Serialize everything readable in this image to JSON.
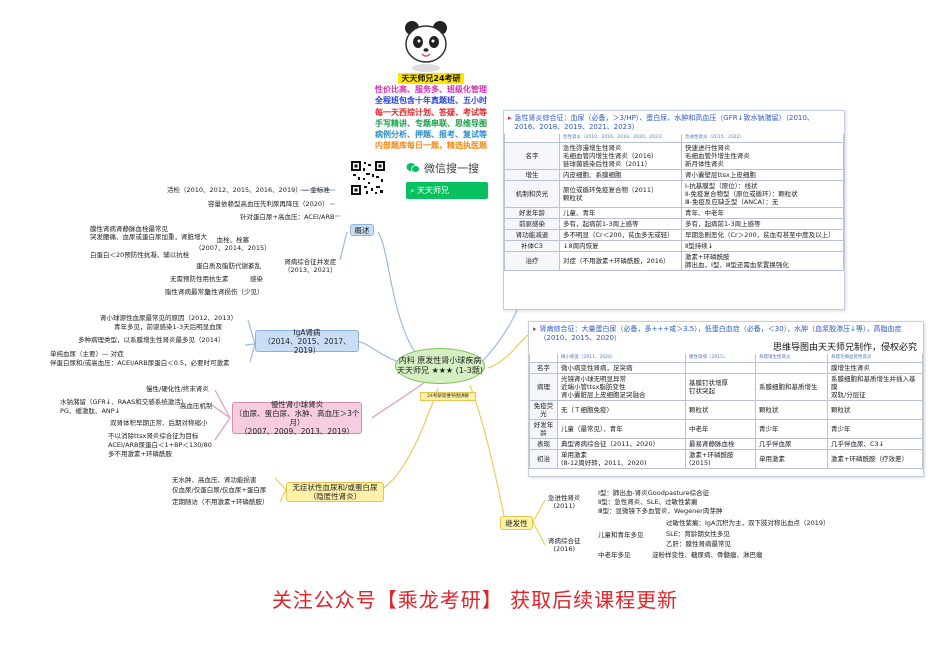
{
  "promo": {
    "lines": [
      "天天师兄24考研",
      "性价比高、服务多、班级化管理",
      "全程班包含十年真题班、五小时",
      "每一天西综计划、答疑、考试等",
      "手写精讲、专题串联、思维导图",
      "病例分析、押题、报考、复试等",
      "内部题库每日一题，精选执医题"
    ],
    "colors": [
      "#111111",
      "#d62fb4",
      "#2b44d8",
      "#e0232a",
      "#1ba14a",
      "#2a8ec9",
      "#f08a1c"
    ]
  },
  "wechat": {
    "search_label": "微信搜一搜",
    "account": "天天师兄"
  },
  "central": {
    "lines": [
      "内科 原发性肾小球疾病",
      "天天师兄 ★★★ (1-3题)"
    ]
  },
  "central_note": "24考研思维导图讲解",
  "overview": {
    "label": "概述",
    "items": [
      "活检（2010、2012、2015、2016、2019）— 金标准",
      "容量依赖型高血压先利尿再降压（2020）",
      "针对蛋白尿+高血压：ACEI/ARB"
    ],
    "complication": {
      "label": [
        "肾病综合征并发症",
        "（2013、2021）"
      ],
      "thrombo": [
        "膜性肾病肾静脉血栓最常见",
        "突发腰痛、血尿或蛋白尿加重，肾脏增大",
        "白蛋白＜20预防性抗凝、辅以抗栓"
      ],
      "thrombo_head": [
        "血栓、栓塞",
        "（2007、2014、2015）"
      ],
      "metabolic": "蛋白质及脂肪代谢紊乱",
      "infection_note": "无需预防性用抗生素",
      "infection": "感染",
      "aki_note": "脂性肾病最常见",
      "aki": "急性肾损伤（少见）"
    }
  },
  "iga": {
    "label": [
      "IgA肾病",
      "（2014、2015、2017、2019）"
    ],
    "items": [
      "肾小球源性血尿最常见的原因（2012、2013）",
      "青年多见，前驱感染1-3天后明显血尿",
      "多种病理类型，以系膜增生性肾炎最多见（2014）",
      "单纯血尿（主要）— 对症",
      "伴蛋白尿和/或高血压：ACEI/ARB尿蛋白＜0.5，必要时可激素"
    ]
  },
  "chronic": {
    "label": [
      "慢性肾小球肾炎",
      "（血尿、蛋白尿、水肿、高血压＞3个月）",
      "（2007、2009、2013、2019）"
    ],
    "items": [
      "慢性/硬化性/终末肾炎",
      "水钠潴留（GFR↓、RAAS和交感系统激活）",
      "PG、缓激肽、ANP↓",
      "双肾体积早期正常、后期对称缩小",
      "不以消除ttsx肾炎综合征为目标",
      "ACEI/ARB尿蛋白＜1+BP＜130/80",
      "多不用激素+环磷酰胺"
    ],
    "htn_mech": "高血压机制"
  },
  "asymptomatic": {
    "label": [
      "无症状性血尿和/或蛋白尿",
      "（隐匿性肾炎）"
    ],
    "items": [
      "无水肿、高血压、肾功能损害",
      "仅血尿/仅蛋白尿/仅血尿+蛋白尿",
      "定期随访（不用激素+环磷酰胺）"
    ]
  },
  "secondary": {
    "label": "继发性",
    "rpgn": [
      "急进性肾炎",
      "(2011)"
    ],
    "rpgn_types": [
      "Ⅰ型：肺出血-肾炎Goodpasture综合征",
      "Ⅱ型：急性肾炎、SLE、过敏性紫癜",
      "Ⅲ型：显微镜下多血管炎、Wegener肉芽肿"
    ],
    "ns": [
      "肾病综合征",
      "(2016)"
    ],
    "kids": "儿童和青年多见",
    "kids_items": [
      "过敏性紫癜：IgA沉积为主，双下肢对称出血点（2019）",
      "SLE：育龄期女性多见",
      "乙肝：膜性肾病最常见"
    ],
    "old": "中老年多见",
    "old_items": "淀粉样变性、糖尿病、骨髓瘤、淋巴瘤"
  },
  "table1": {
    "title": "急性肾炎综合征：血尿（必备，＞3/HP）、蛋白尿、水肿和高血压（GFR↓致水钠潴留）（2010、2016、2018、2019、2021、2023）",
    "col_headers": [
      "",
      "急性肾炎（2010、2016、2018、2020、2023）",
      "急进性肾炎（2015、2022）"
    ],
    "rows": [
      [
        "名字",
        "急性弥漫增生性肾炎\n毛细血管内增生性肾炎（2016）\n链球菌感染后性肾炎（2011）",
        "快速进行性肾炎\n毛细血管外增生性肾炎\n新月体性肾炎"
      ],
      [
        "增生",
        "内皮细胞、系膜细胞",
        "肾小囊壁层ttsx上皮细胞"
      ],
      [
        "机制和荧光",
        "原位或循环免疫复合物（2011）\n颗粒状",
        "Ⅰ-抗基膜型（原位）：线状\nⅡ-免疫复合物型（原位或循环）：颗粒状\nⅢ-免疫反应缺乏型（ANCA）：无"
      ],
      [
        "好发年龄",
        "儿童、青年",
        "青年、中老年"
      ],
      [
        "前驱感染",
        "多有，起病前1-3周上感等",
        "多有，起病前1-3周上感等"
      ],
      [
        "肾功能减退",
        "多不明显（Cr＜200，贫血多无或轻）",
        "早期急剧恶化（Cr＞200，贫血有甚至中度及以上）"
      ],
      [
        "补体C3",
        "↓8周内恢复",
        "Ⅱ型持续↓"
      ],
      [
        "治疗",
        "对症（不用激素+环磷酰胺，2016）",
        "激素+环磷酰胺\n肺出血，Ⅰ型、Ⅲ型还需血浆置换强化"
      ]
    ]
  },
  "table2": {
    "title": "肾病综合征：大量蛋白尿（必备，多+++或＞3.5），低蛋白血症（必备，＜30），水肿（血浆胶渗压↓等），高脂血症（2010、2015、2020）",
    "credit": "思维导图由天天师兄制作，侵权必究",
    "col_headers": [
      "",
      "微小病变（2011、2020）",
      "膜性肾病（2015）",
      "系膜增生性肾炎",
      "系膜毛细血管性肾炎"
    ],
    "rows": [
      [
        "名字",
        "微小病变性肾病，足突病",
        "",
        "",
        "膜增生性肾炎"
      ],
      [
        "病理",
        "光镜肾小球无明显异常\n近端小管ttsx脂肪变性\n肾小囊脏层上皮细胞足突融合",
        "基膜钉状增厚\n钉状突起",
        "系膜细胞和基质增生",
        "系膜细胞和基质增生并插入基膜\n双轨/分层征"
      ],
      [
        "免疫荧光",
        "无（Ｔ细胞免疫）",
        "颗粒状",
        "颗粒状",
        "颗粒状"
      ],
      [
        "好发年龄",
        "儿童（最常见）、青年",
        "中老年",
        "青少年",
        "青少年"
      ],
      [
        "表现",
        "典型肾病综合征（2011、2020）",
        "最易肾静脉血栓",
        "几乎伴血尿",
        "几乎伴血尿、C3↓"
      ],
      [
        "初治",
        "单用激素\n(8-12周好转，2011、2020)",
        "激素+环磷酰胺\n(2015)",
        "单用激素",
        "激素+环磷酰胺（疗效差）"
      ]
    ]
  },
  "footer": "关注公众号【乘龙考研】 获取后续课程更新",
  "icon_names": [
    "panda-logo",
    "qr-code",
    "wechat-search-icon",
    "search-icon",
    "flag-icon"
  ]
}
